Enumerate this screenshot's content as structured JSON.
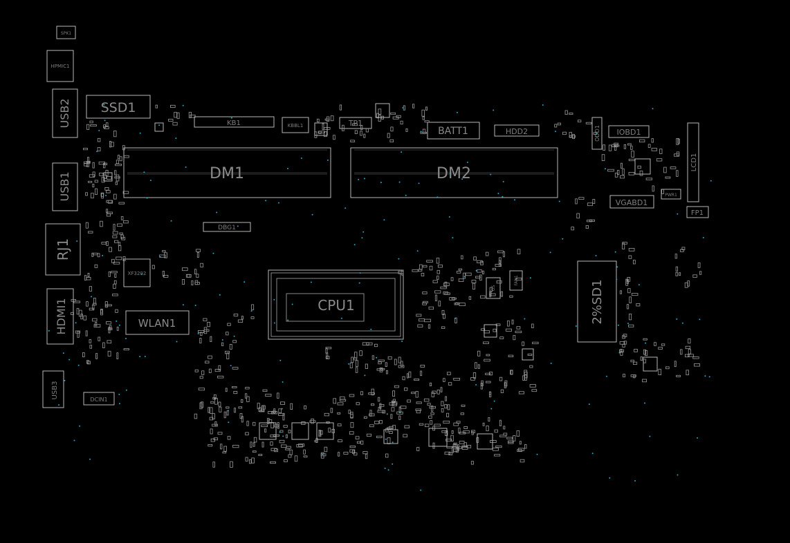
{
  "labels": {
    "spk1": "SPK1",
    "hpmic1": "HPMIC1",
    "usb2": "USB2",
    "ssd1": "SSD1",
    "kb1": "KB1",
    "kbbl1": "KBBL1",
    "tp1": "TP1",
    "batt1": "BATT1",
    "hdd2": "HDD2",
    "iobd1": "IOBD1",
    "lcd1": "LCD1",
    "usb1": "USB1",
    "dm1": "DM1",
    "dm2": "DM2",
    "vgabd1": "VGABD1",
    "pwr1": "PWR1",
    "fp1": "FP1",
    "dbg1": "DBG1",
    "rj1": "RJ1",
    "xf3202": "XF3202",
    "cpu1": "CPU1",
    "sd1": "2%SD1",
    "hdmi1": "HDMI1",
    "wlan1": "WLAN1",
    "usb3": "USB3",
    "dcin1": "DCIN1",
    "fan1": "FAN1",
    "gs": "GS",
    "odd1": "ODD1"
  },
  "colors": {
    "background": "#000000",
    "outline": "#b9b9b9",
    "label": "#7e7e7e",
    "via": "#2aa7c9"
  }
}
